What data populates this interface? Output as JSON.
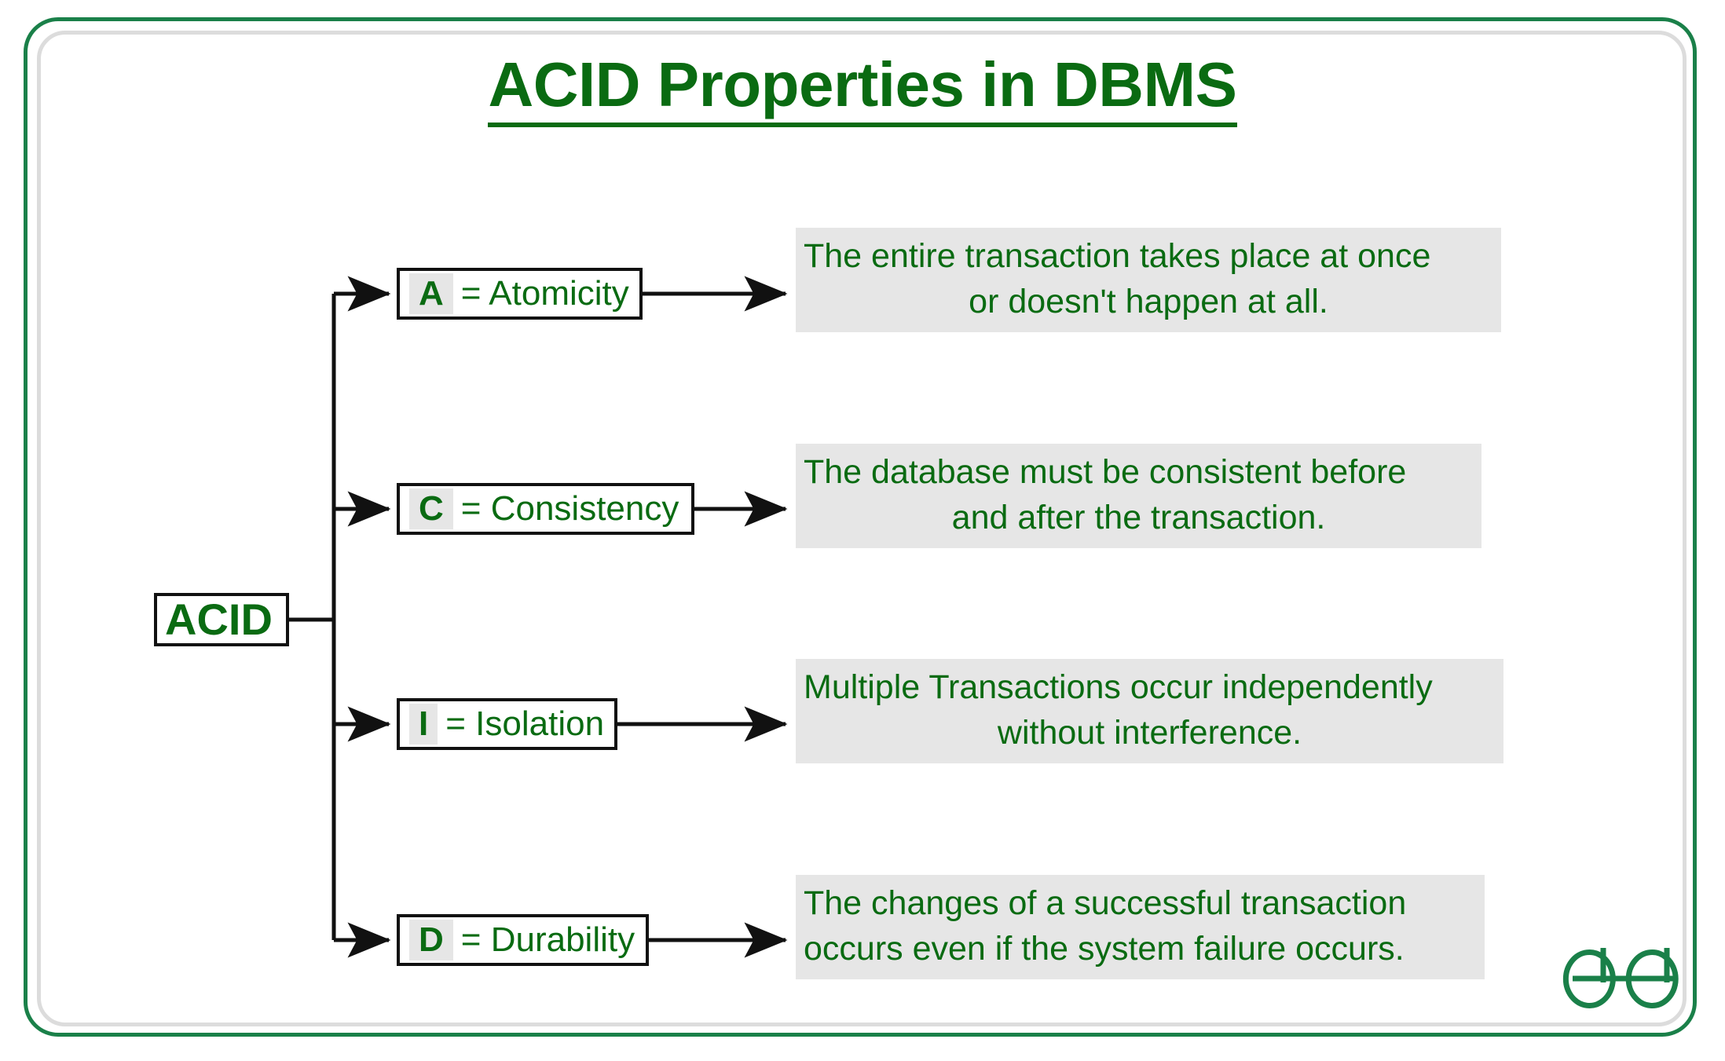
{
  "title": {
    "text": "ACID Properties in DBMS"
  },
  "root": {
    "label": "ACID"
  },
  "properties": [
    {
      "letter": "A",
      "rest": "= Atomicity",
      "description_lines": [
        "The entire transaction takes place at once",
        "or doesn't happen at all."
      ]
    },
    {
      "letter": "C",
      "rest": "= Consistency",
      "description_lines": [
        "The database must be consistent before",
        "and after the transaction."
      ]
    },
    {
      "letter": "I",
      "rest": "= Isolation",
      "description_lines": [
        "Multiple Transactions occur independently",
        "without interference."
      ]
    },
    {
      "letter": "D",
      "rest": "= Durability",
      "description_lines": [
        "The changes of a successful transaction",
        "occurs even if the system failure occurs."
      ]
    }
  ],
  "logo": {
    "name": "geeksforgeeks-logo",
    "alt": "GeeksforGeeks"
  },
  "colors": {
    "green": "#0a6b12",
    "frame_green": "#1a8049",
    "frame_gray": "#dcdcdc",
    "panel_gray": "#e6e6e6",
    "line_black": "#111111",
    "background": "#ffffff"
  }
}
